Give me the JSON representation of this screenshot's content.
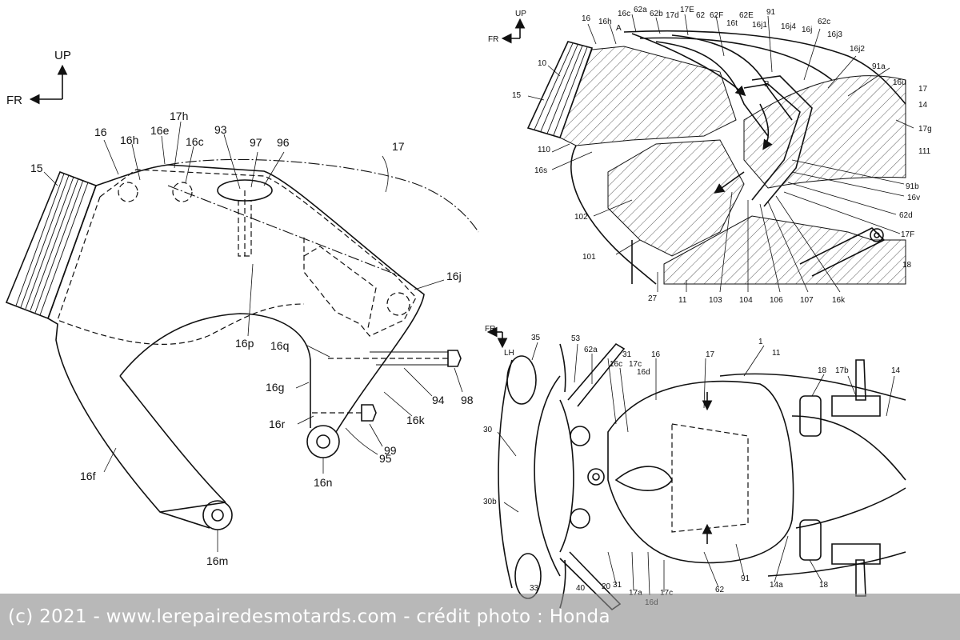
{
  "left_figure": {
    "direction_up": "UP",
    "direction_front": "FR",
    "labels": {
      "l15": "15",
      "l16": "16",
      "l16h": "16h",
      "l16e": "16e",
      "l17h": "17h",
      "l16c": "16c",
      "l93": "93",
      "l97": "97",
      "l96": "96",
      "l17": "17",
      "l16j": "16j",
      "l16p": "16p",
      "l16q": "16q",
      "l16g": "16g",
      "l16k": "16k",
      "l94": "94",
      "l98": "98",
      "l16r": "16r",
      "l99": "99",
      "l95": "95",
      "l16n": "16n",
      "l16f": "16f",
      "l16m": "16m"
    }
  },
  "top_right_figure": {
    "direction_up": "UP",
    "direction_front": "FR",
    "labels": {
      "l16": "16",
      "l16h": "16h",
      "A": "A",
      "l16c": "16c",
      "l62a": "62a",
      "l62b": "62b",
      "l17d": "17d",
      "l17E": "17E",
      "l62": "62",
      "l62F": "62F",
      "l16t": "16t",
      "l62E": "62E",
      "l91": "91",
      "l16j1": "16j1",
      "l16j4": "16j4",
      "l16j": "16j",
      "l62c": "62c",
      "l16j3": "16j3",
      "l16j2": "16j2",
      "l10": "10",
      "l15": "15",
      "B": "B",
      "l91a": "91a",
      "l16u": "16u",
      "l17": "17",
      "l14": "14",
      "l17g": "17g",
      "l110": "110",
      "l111": "111",
      "l16s": "16s",
      "l91b": "91b",
      "l16v": "16v",
      "l102": "102",
      "l62d": "62d",
      "l17F": "17F",
      "l101": "101",
      "l18": "18",
      "l27": "27",
      "l11": "11",
      "l103": "103",
      "l104": "104",
      "l106": "106",
      "l107": "107",
      "l16k": "16k"
    }
  },
  "bottom_right_figure": {
    "direction_front": "FR",
    "direction_left": "LH",
    "labels": {
      "l35": "35",
      "l53": "53",
      "l62a": "62a",
      "l31": "31",
      "l16c": "16c",
      "l17c": "17c",
      "l16": "16",
      "l16d": "16d",
      "l17": "17",
      "l1": "1",
      "l11": "11",
      "l18": "18",
      "l17b": "17b",
      "l14": "14",
      "l30": "30",
      "l30b": "30b",
      "l31b": "31",
      "l17a": "17a",
      "l17c2": "17c",
      "l16d2": "16d",
      "l62": "62",
      "l91": "91",
      "l14a": "14a",
      "l18b": "18",
      "l33": "33",
      "l40": "40",
      "l20": "20"
    }
  },
  "watermark": {
    "text": "(c) 2021 - www.lerepairedesmotards.com  - crédit photo : Honda"
  }
}
